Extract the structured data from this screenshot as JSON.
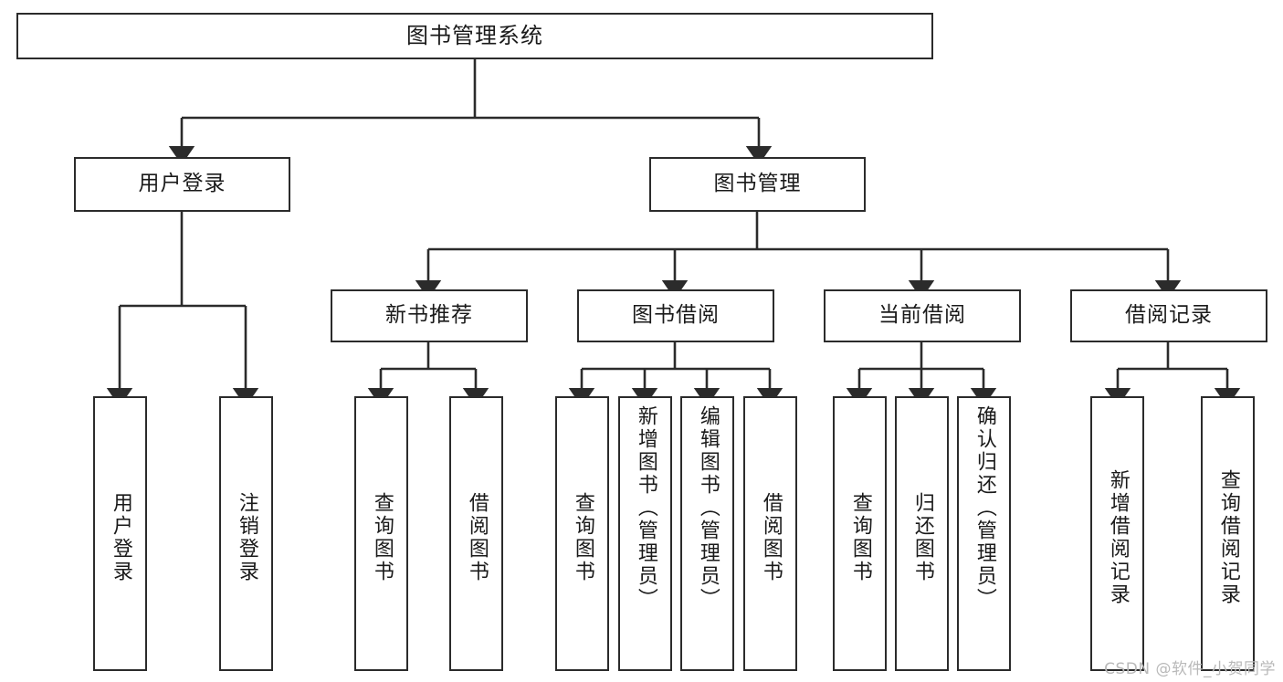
{
  "diagram": {
    "title": "图书管理系统",
    "type": "hierarchy-tree",
    "line_color": "#2b2b2b",
    "box_fill": "#ffffff",
    "text_color": "#1a1a1a",
    "root": {
      "label": "图书管理系统"
    },
    "level2": [
      {
        "label": "用户登录"
      },
      {
        "label": "图书管理"
      }
    ],
    "level3": [
      {
        "label": "新书推荐"
      },
      {
        "label": "图书借阅"
      },
      {
        "label": "当前借阅"
      },
      {
        "label": "借阅记录"
      }
    ],
    "leaves": {
      "user_login": [
        {
          "label": "用户登录"
        },
        {
          "label": "注销登录"
        }
      ],
      "new_book_recommend": [
        {
          "label": "查询图书"
        },
        {
          "label": "借阅图书"
        }
      ],
      "book_borrow": [
        {
          "label": "查询图书"
        },
        {
          "label": "新增图书（管理员）"
        },
        {
          "label": "编辑图书（管理员）"
        },
        {
          "label": "借阅图书"
        }
      ],
      "current_borrow": [
        {
          "label": "查询图书"
        },
        {
          "label": "归还图书"
        },
        {
          "label": "确认归还（管理员）"
        }
      ],
      "borrow_record": [
        {
          "label": "新增借阅记录"
        },
        {
          "label": "查询借阅记录"
        }
      ]
    }
  },
  "watermark": {
    "text": "CSDN @软件_小贺同学",
    "color": "#b9b9b9"
  }
}
